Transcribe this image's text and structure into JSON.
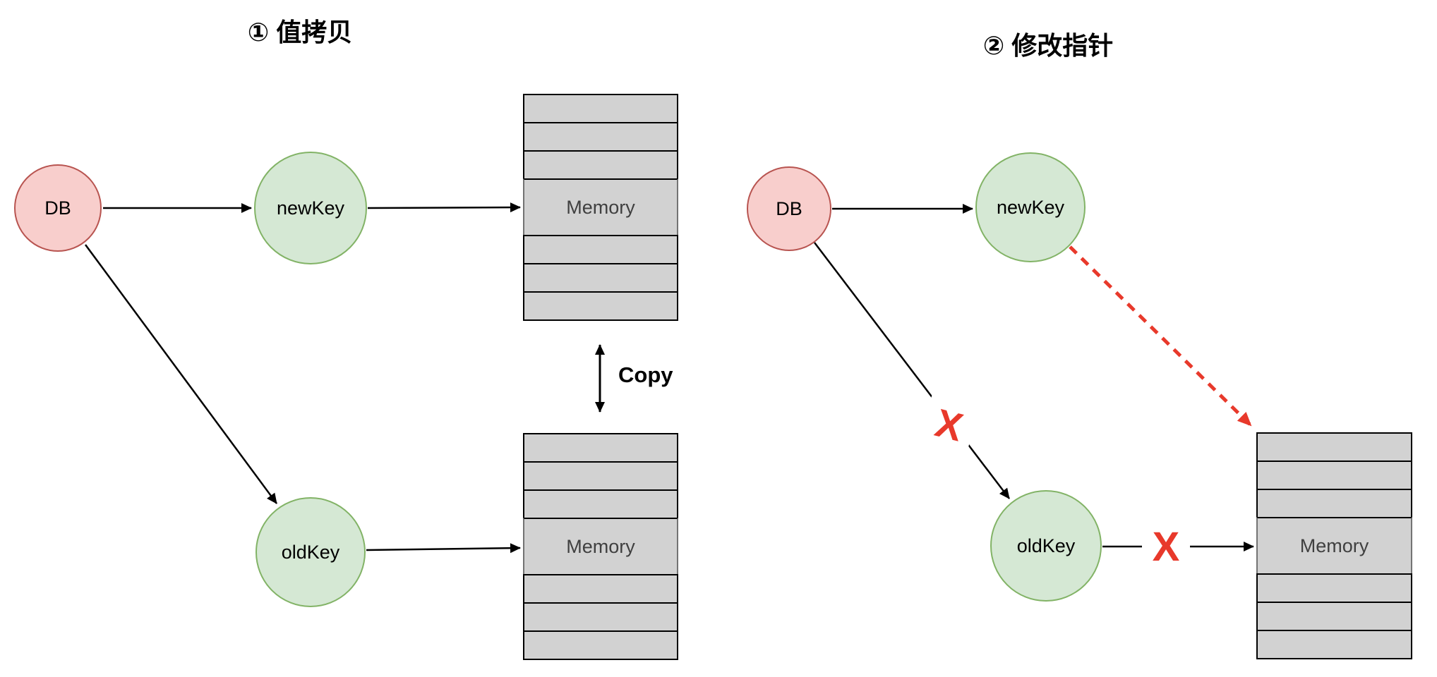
{
  "left": {
    "title": "① 值拷贝",
    "db_label": "DB",
    "new_key_label": "newKey",
    "old_key_label": "oldKey",
    "memory_top_label": "Memory",
    "memory_bottom_label": "Memory",
    "copy_label": "Copy"
  },
  "right": {
    "title": "② 修改指针",
    "db_label": "DB",
    "new_key_label": "newKey",
    "old_key_label": "oldKey",
    "memory_label": "Memory",
    "x_mark_diagonal": "X",
    "x_mark_horizontal": "X"
  },
  "colors": {
    "db_fill": "#F8CECC",
    "db_stroke": "#B85450",
    "key_fill": "#D5E8D4",
    "key_stroke": "#82B366",
    "memory_fill": "#D2D2D2",
    "memory_stroke": "#000000",
    "memory_cell_stroke": "#737373",
    "memory_text": "#404040",
    "edge": "#000000",
    "invalid_red": "#E8392B"
  }
}
